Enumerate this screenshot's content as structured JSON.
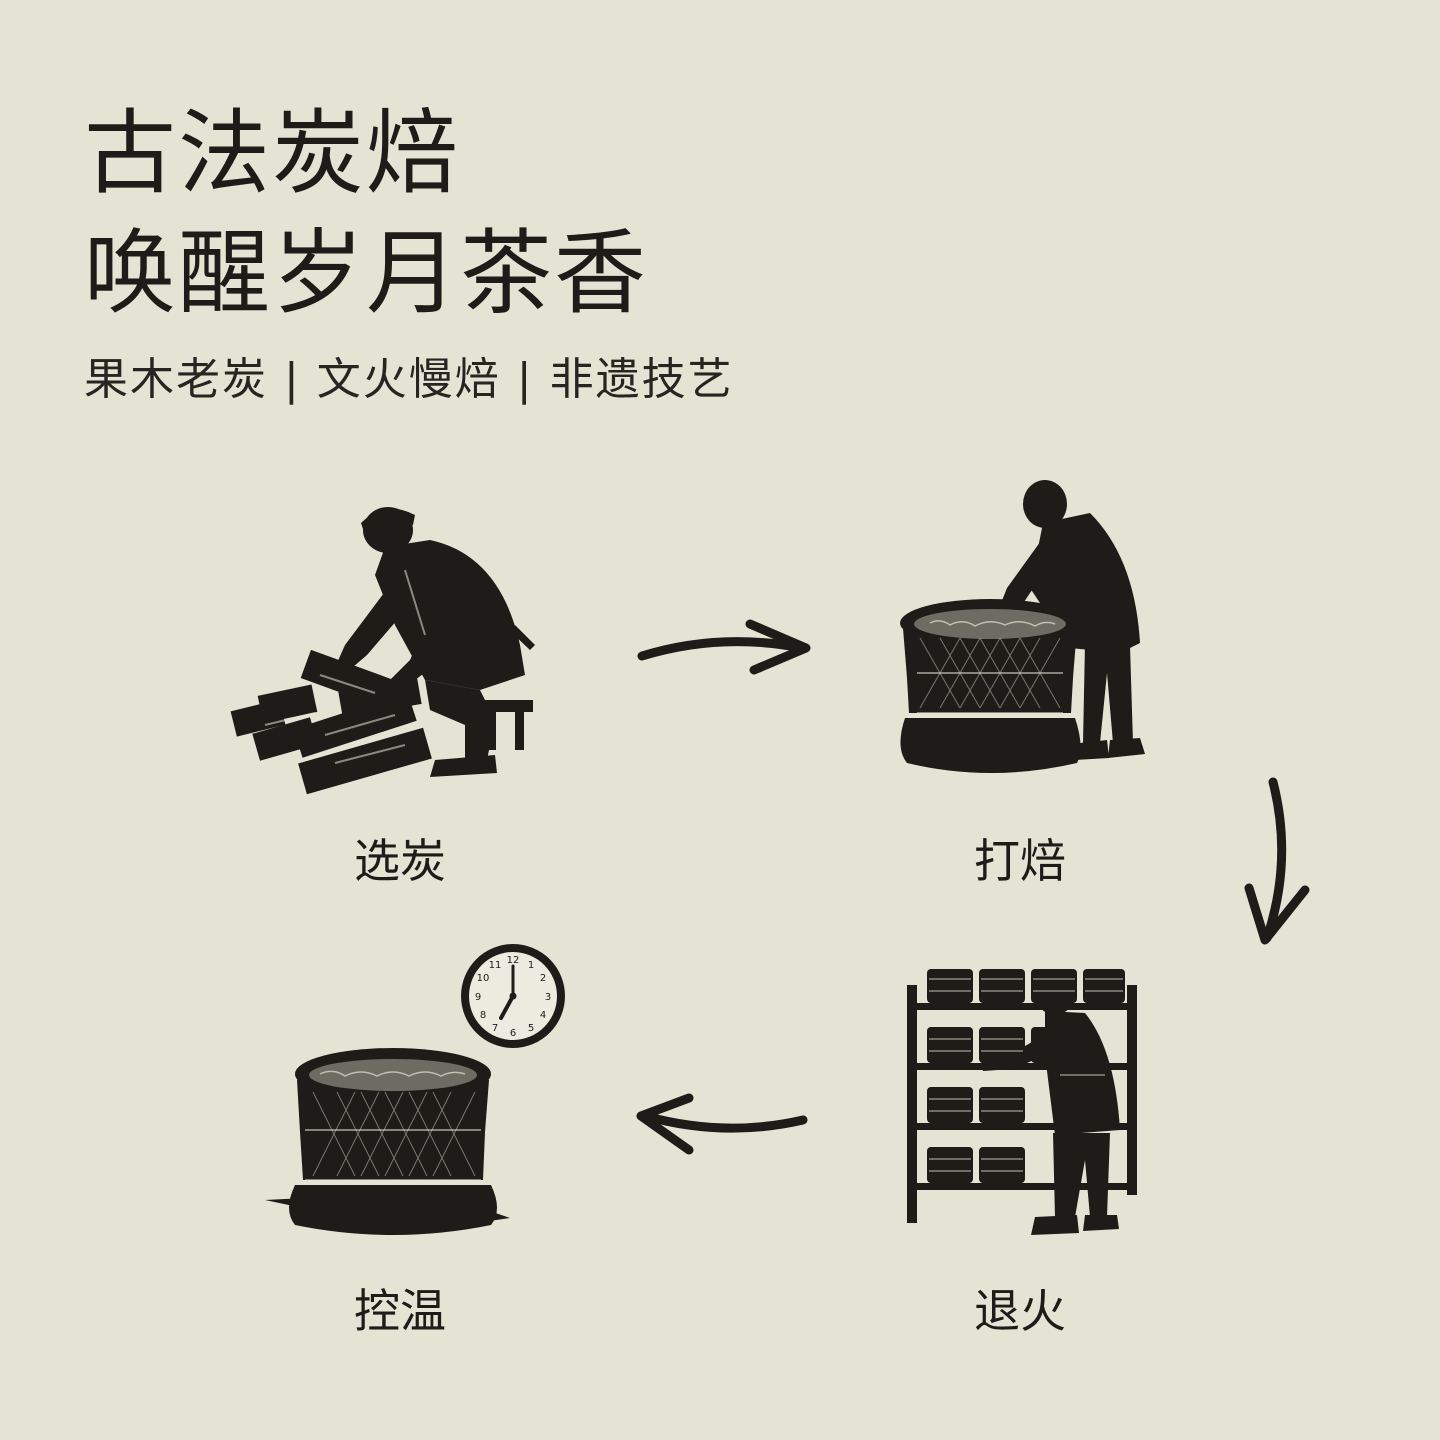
{
  "title": {
    "line1": "古法炭焙",
    "line2": "唤醒岁月茶香"
  },
  "subtitle": "果木老炭 | 文火慢焙 | 非遗技艺",
  "steps": [
    {
      "label": "选炭",
      "icon": "charcoal-selection-illustration"
    },
    {
      "label": "打焙",
      "icon": "basket-roasting-illustration"
    },
    {
      "label": "退火",
      "icon": "cooling-shelf-illustration"
    },
    {
      "label": "控温",
      "icon": "temperature-control-illustration"
    }
  ],
  "clock": {
    "numerals": [
      "12",
      "1",
      "2",
      "3",
      "4",
      "5",
      "6",
      "7",
      "8",
      "9",
      "10",
      "11"
    ]
  },
  "colors": {
    "background": "#e5e3d4",
    "ink": "#1d1c19"
  }
}
